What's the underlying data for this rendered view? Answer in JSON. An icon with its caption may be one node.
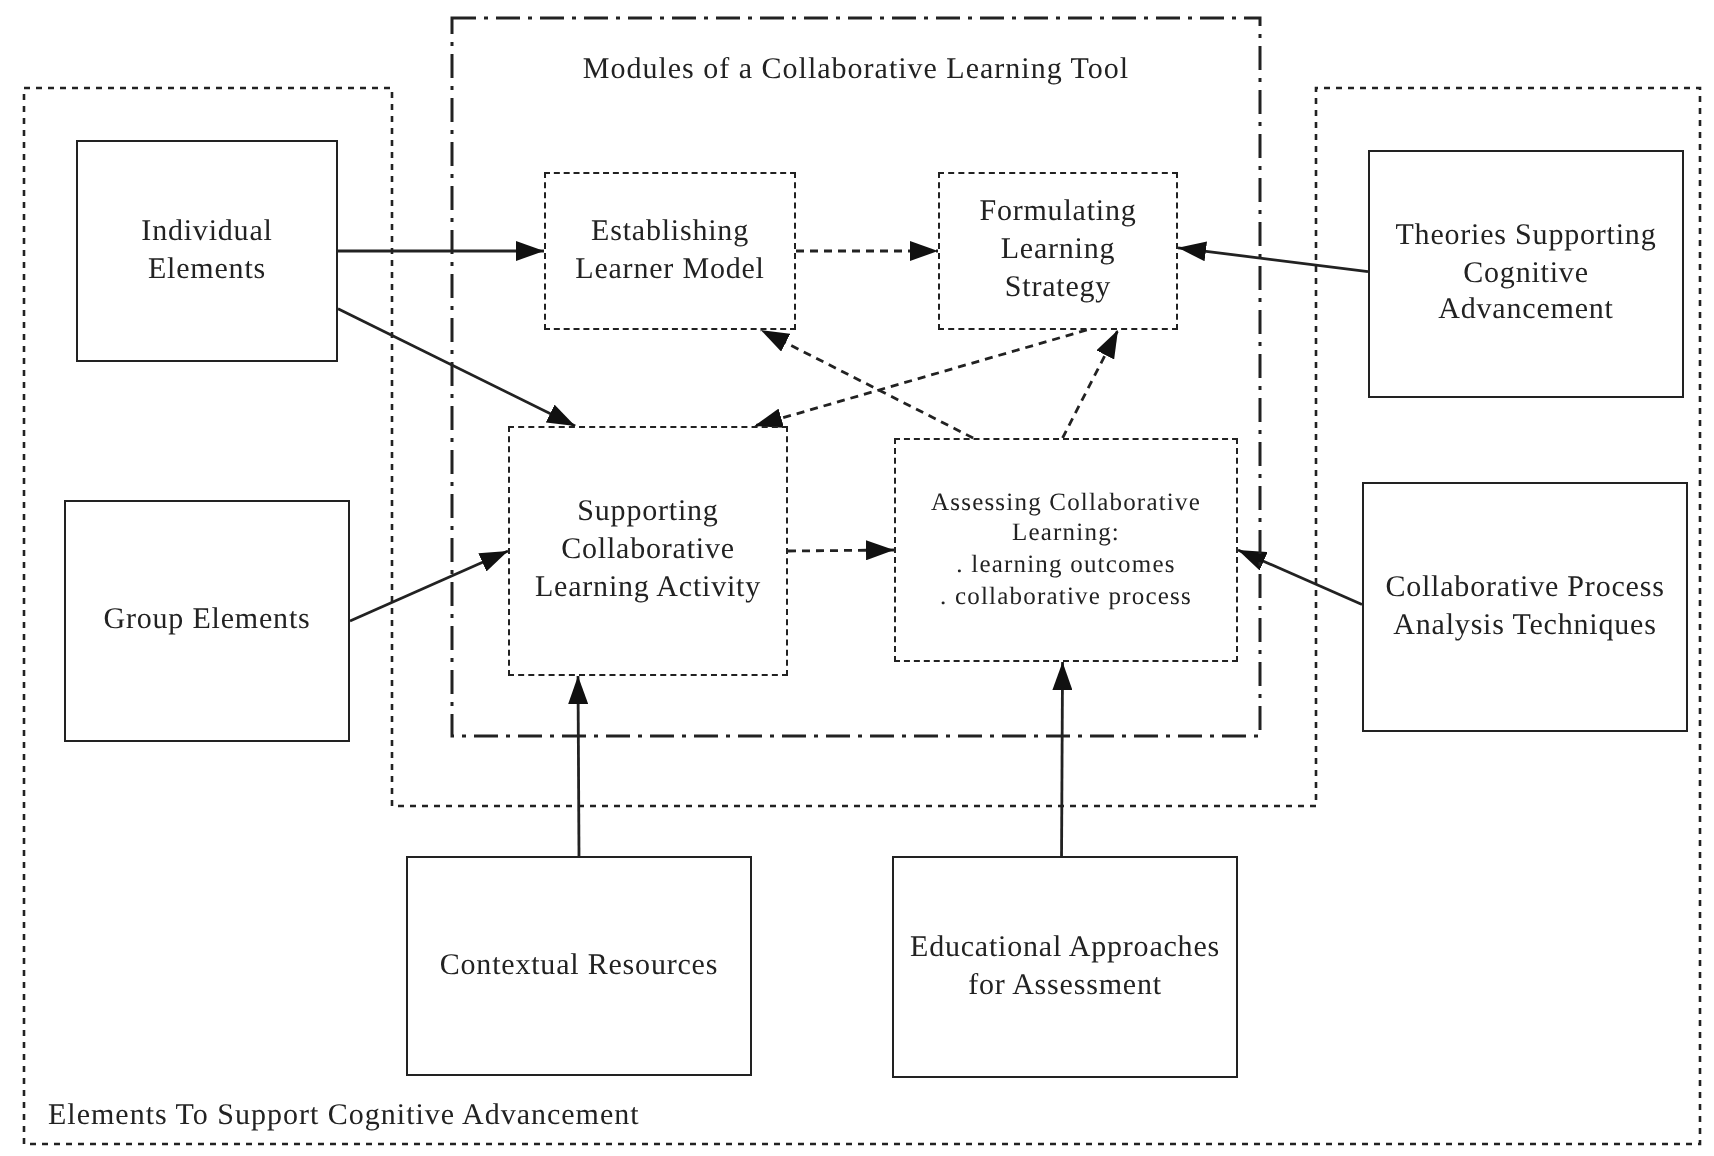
{
  "diagram": {
    "nodes": [
      {
        "text": [
          "Elements To Support Cognitive Advancement"
        ]
      },
      {
        "text": [
          "Modules of a Collaborative Learning Tool"
        ]
      },
      {
        "text": [
          "Establishing Learner Model"
        ],
        "in": 1
      },
      {
        "text": [
          "Formulating Learning Strategy"
        ],
        "in": 1
      },
      {
        "text": [
          "Supporting Collaborative Learning Activity"
        ],
        "in": 1
      },
      {
        "text": [
          "Assessing Collaborative Learning:",
          ". learning outcomes",
          ". collaborative process"
        ],
        "in": 1
      },
      {
        "text": [
          "Individual Elements"
        ],
        "in": 0
      },
      {
        "text": [
          "Group Elements"
        ],
        "in": 0
      },
      {
        "text": [
          "Theories Supporting Cognitive Advancement"
        ],
        "in": 0
      },
      {
        "text": [
          "Collaborative Process Analysis Techniques"
        ],
        "in": 0
      },
      {
        "text": [
          "Contextual Resources"
        ],
        "in": 0
      },
      {
        "text": [
          "Educational Approaches for Assessment"
        ],
        "in": 0
      }
    ],
    "edges": [
      {
        "from": 6,
        "to": 2,
        "arrow": "to"
      },
      {
        "from": 6,
        "to": 4,
        "arrow": "to"
      },
      {
        "from": 2,
        "to": 3,
        "arrow": "to",
        "style": "dashed"
      },
      {
        "from": 8,
        "to": 3,
        "arrow": "to"
      },
      {
        "from": 5,
        "to": 2,
        "arrow": "to",
        "style": "dashed"
      },
      {
        "from": 5,
        "to": 3,
        "arrow": "to",
        "style": "dashed"
      },
      {
        "from": 3,
        "to": 4,
        "arrow": "to",
        "style": "dashed"
      },
      {
        "from": 7,
        "to": 4,
        "arrow": "to"
      },
      {
        "from": 4,
        "to": 5,
        "arrow": "to",
        "style": "dashed"
      },
      {
        "from": 9,
        "to": 5,
        "arrow": "to"
      },
      {
        "from": 10,
        "to": 4,
        "arrow": "to"
      },
      {
        "from": 11,
        "to": 5,
        "arrow": "to"
      }
    ]
  }
}
